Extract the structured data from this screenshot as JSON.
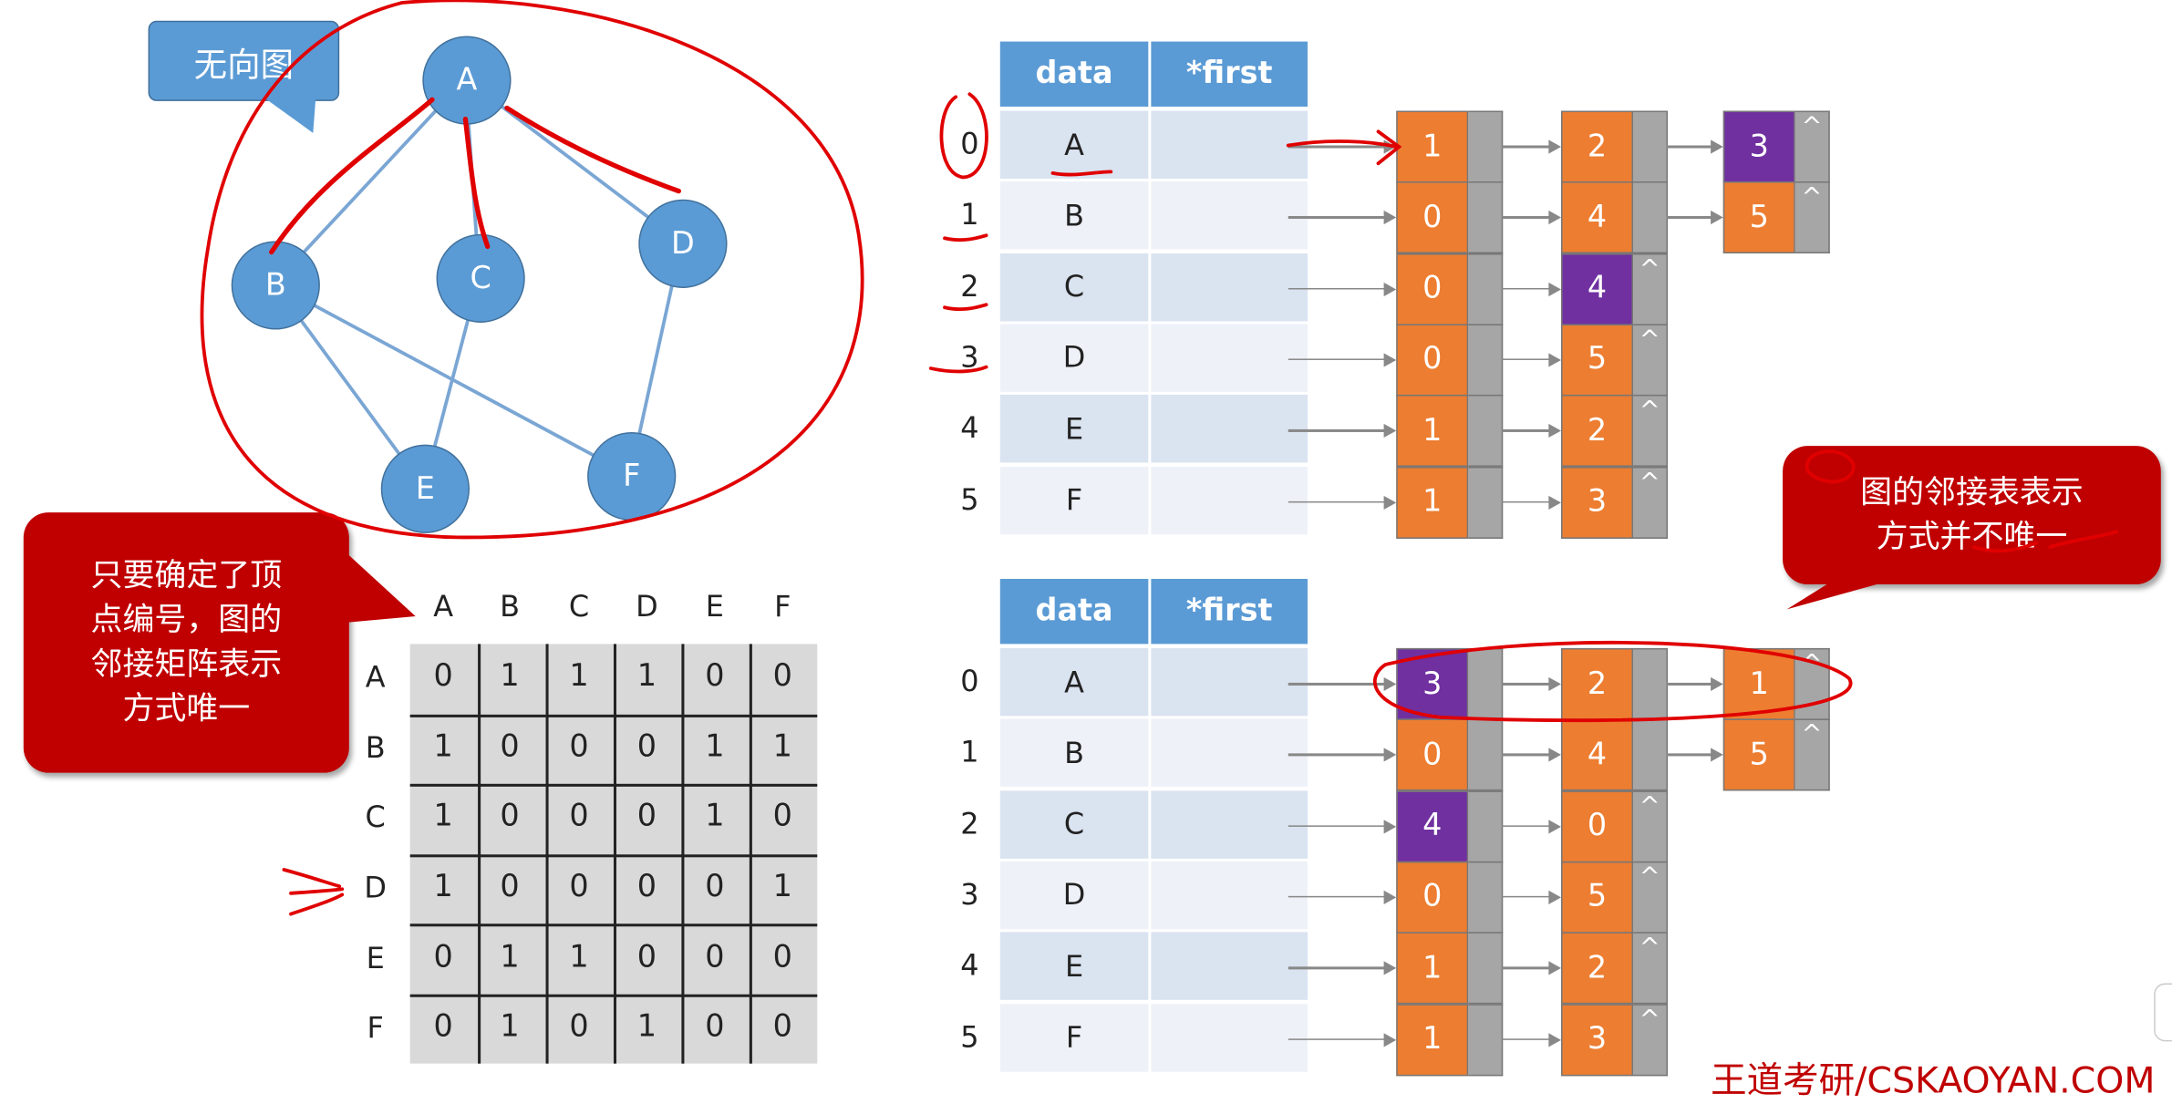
{
  "graph": {
    "label": "无向图",
    "nodes": [
      "A",
      "B",
      "C",
      "D",
      "E",
      "F"
    ],
    "edges": [
      [
        "A",
        "B"
      ],
      [
        "A",
        "C"
      ],
      [
        "A",
        "D"
      ],
      [
        "B",
        "E"
      ],
      [
        "B",
        "F"
      ],
      [
        "C",
        "E"
      ],
      [
        "D",
        "F"
      ]
    ]
  },
  "matrix": {
    "note": "只要确定了顶点编号，图的邻接矩阵表示方式唯一",
    "note_lines": [
      "只要确定了顶",
      "点编号，图的",
      "邻接矩阵表示",
      "方式唯一"
    ],
    "headers": [
      "A",
      "B",
      "C",
      "D",
      "E",
      "F"
    ],
    "rows": [
      [
        0,
        1,
        1,
        1,
        0,
        0
      ],
      [
        1,
        0,
        0,
        0,
        1,
        1
      ],
      [
        1,
        0,
        0,
        0,
        1,
        0
      ],
      [
        1,
        0,
        0,
        0,
        0,
        1
      ],
      [
        0,
        1,
        1,
        0,
        0,
        0
      ],
      [
        0,
        1,
        0,
        1,
        0,
        0
      ]
    ]
  },
  "adjacency_note": {
    "text": "图的邻接表表示方式并不唯一",
    "lines": [
      "图的邻接表表示",
      "方式并不唯一"
    ]
  },
  "tables": [
    {
      "header": [
        "data",
        "*first"
      ],
      "indices": [
        "0",
        "1",
        "2",
        "3",
        "4",
        "5"
      ],
      "data": [
        "A",
        "B",
        "C",
        "D",
        "E",
        "F"
      ],
      "lists": [
        [
          [
            1,
            0
          ],
          [
            2,
            0
          ],
          [
            3,
            1
          ]
        ],
        [
          [
            0,
            0
          ],
          [
            4,
            0
          ],
          [
            5,
            0
          ]
        ],
        [
          [
            0,
            0
          ],
          [
            4,
            1
          ]
        ],
        [
          [
            0,
            0
          ],
          [
            5,
            0
          ]
        ],
        [
          [
            1,
            0
          ],
          [
            2,
            0
          ]
        ],
        [
          [
            1,
            0
          ],
          [
            3,
            0
          ]
        ]
      ]
    },
    {
      "header": [
        "data",
        "*first"
      ],
      "indices": [
        "0",
        "1",
        "2",
        "3",
        "4",
        "5"
      ],
      "data": [
        "A",
        "B",
        "C",
        "D",
        "E",
        "F"
      ],
      "lists": [
        [
          [
            3,
            1
          ],
          [
            2,
            0
          ],
          [
            1,
            0
          ]
        ],
        [
          [
            0,
            0
          ],
          [
            4,
            0
          ],
          [
            5,
            0
          ]
        ],
        [
          [
            4,
            1
          ],
          [
            0,
            0
          ]
        ],
        [
          [
            0,
            0
          ],
          [
            5,
            0
          ]
        ],
        [
          [
            1,
            0
          ],
          [
            2,
            0
          ]
        ],
        [
          [
            1,
            0
          ],
          [
            3,
            0
          ]
        ]
      ]
    }
  ],
  "null_symbol": "^",
  "watermark": "王道考研/CSKAOYAN.COM",
  "colors": {
    "node": "#5b9bd5",
    "edge": "#7aa6d4",
    "list_node": "#ed7d31",
    "highlight_node": "#7030a0",
    "pointer": "#a6a6a6",
    "callout_red": "#c00000",
    "ink": "#e00000"
  }
}
